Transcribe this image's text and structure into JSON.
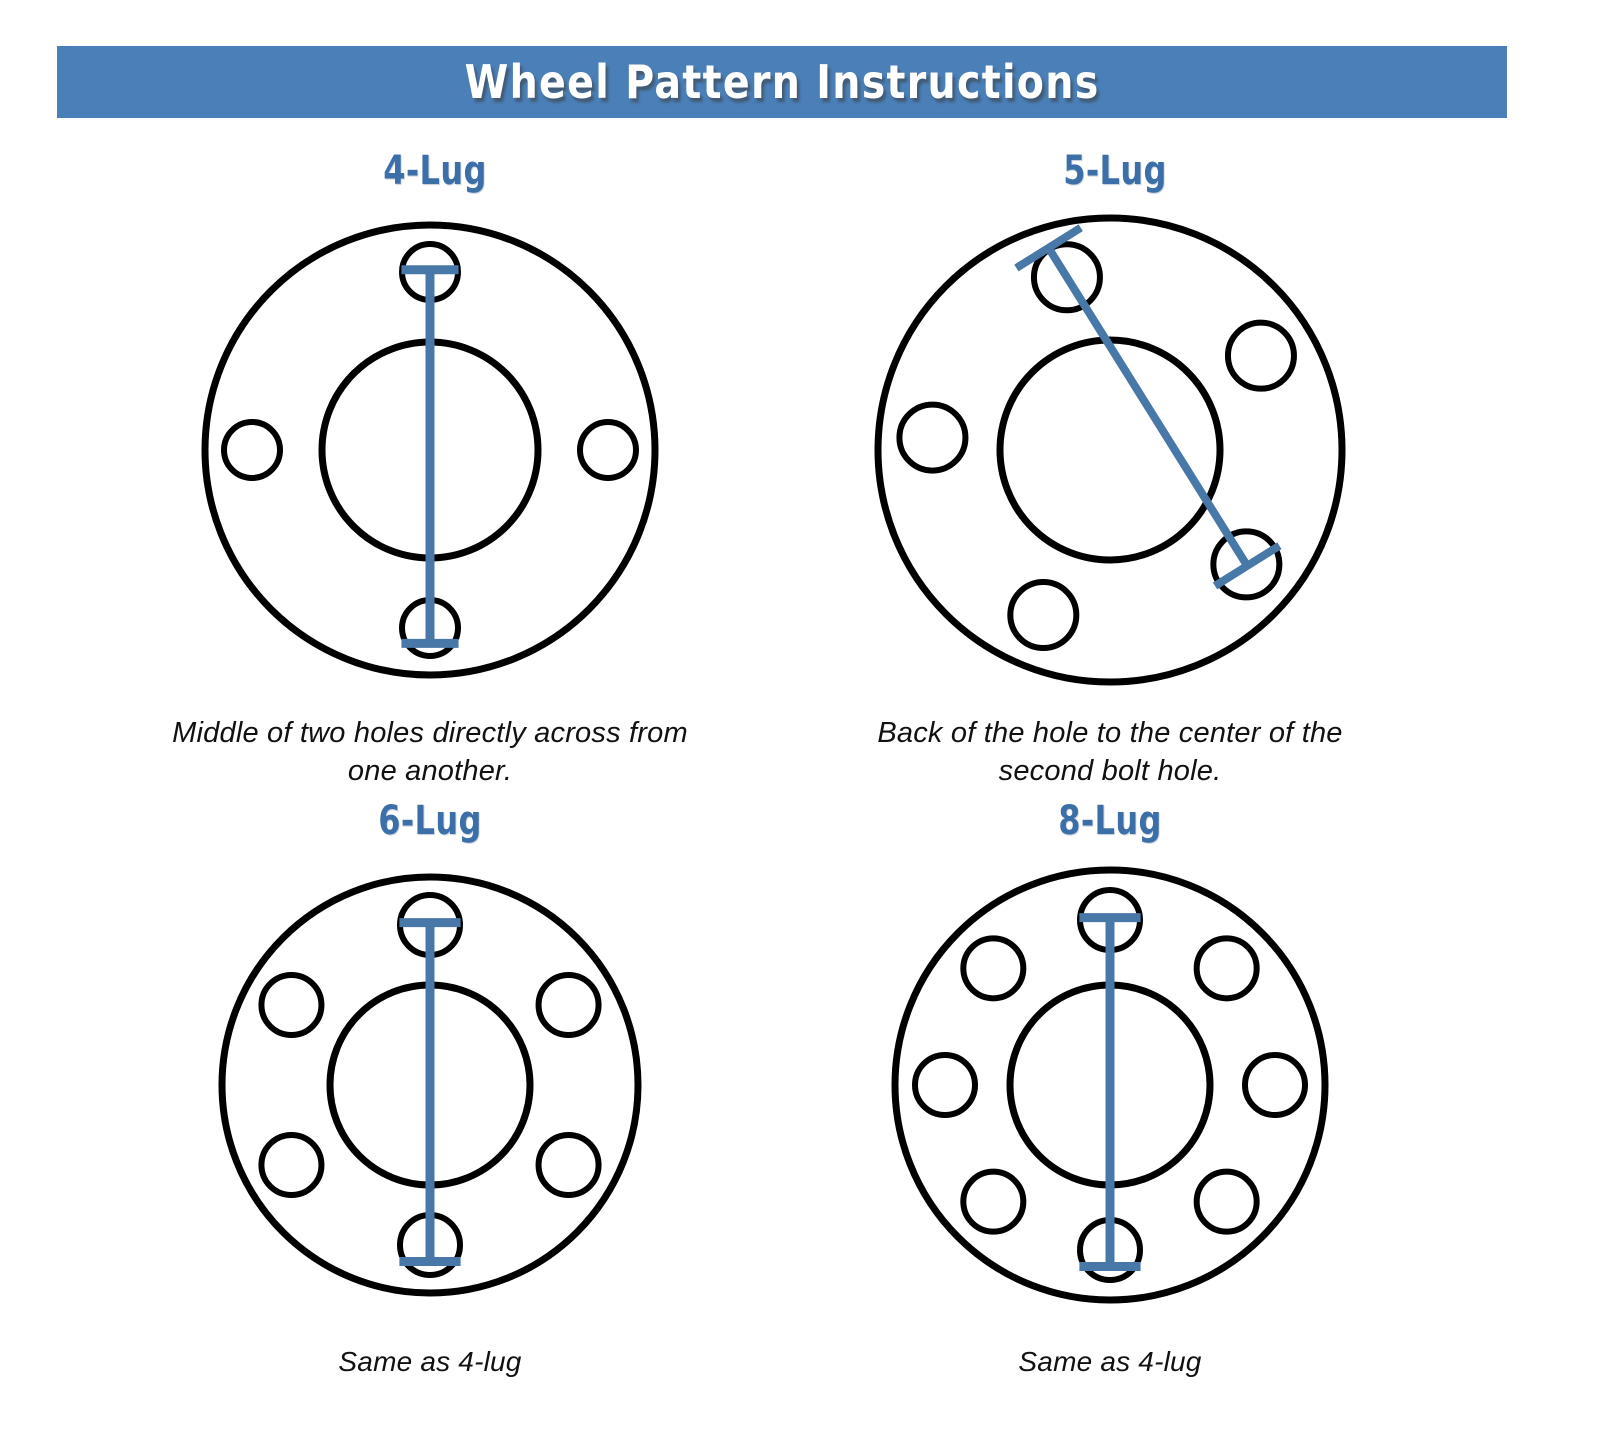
{
  "header": {
    "title": "Wheel Pattern Instructions",
    "banner_color": "#4A7FB8",
    "text_color": "#FFFFFF"
  },
  "theme": {
    "accent_blue": "#4A7FB8",
    "title_blue": "#3C6FA8",
    "measure_line_blue": "#4878A8",
    "outline_black": "#000000",
    "background": "#FFFFFF"
  },
  "panels": [
    {
      "id": "4lug",
      "title": "4-Lug",
      "lug_count": 4,
      "caption": "Middle of two holes directly across from one another.",
      "measure_type": "across",
      "hole_angles_deg": [
        90,
        0,
        270,
        180
      ],
      "geometry": {
        "outer_radius": 225,
        "hub_radius": 108,
        "bolt_circle_radius": 178,
        "hole_radius": 28
      }
    },
    {
      "id": "5lug",
      "title": "5-Lug",
      "lug_count": 5,
      "caption": "Back of the hole to the center of the second bolt hole.",
      "measure_type": "diagonal",
      "hole_angles_deg": [
        104,
        32,
        320,
        248,
        176
      ],
      "geometry": {
        "outer_radius": 232,
        "hub_radius": 110,
        "bolt_circle_radius": 178,
        "hole_radius": 33
      }
    },
    {
      "id": "6lug",
      "title": "6-Lug",
      "lug_count": 6,
      "caption": "Same as 4-lug",
      "measure_type": "across",
      "hole_angles_deg": [
        90,
        30,
        330,
        270,
        210,
        150
      ],
      "geometry": {
        "outer_radius": 208,
        "hub_radius": 100,
        "bolt_circle_radius": 160,
        "hole_radius": 30
      }
    },
    {
      "id": "8lug",
      "title": "8-Lug",
      "lug_count": 8,
      "caption": "Same as 4-lug",
      "measure_type": "across",
      "hole_angles_deg": [
        90,
        45,
        0,
        315,
        270,
        225,
        180,
        135
      ],
      "geometry": {
        "outer_radius": 215,
        "hub_radius": 100,
        "bolt_circle_radius": 165,
        "hole_radius": 30
      }
    }
  ]
}
